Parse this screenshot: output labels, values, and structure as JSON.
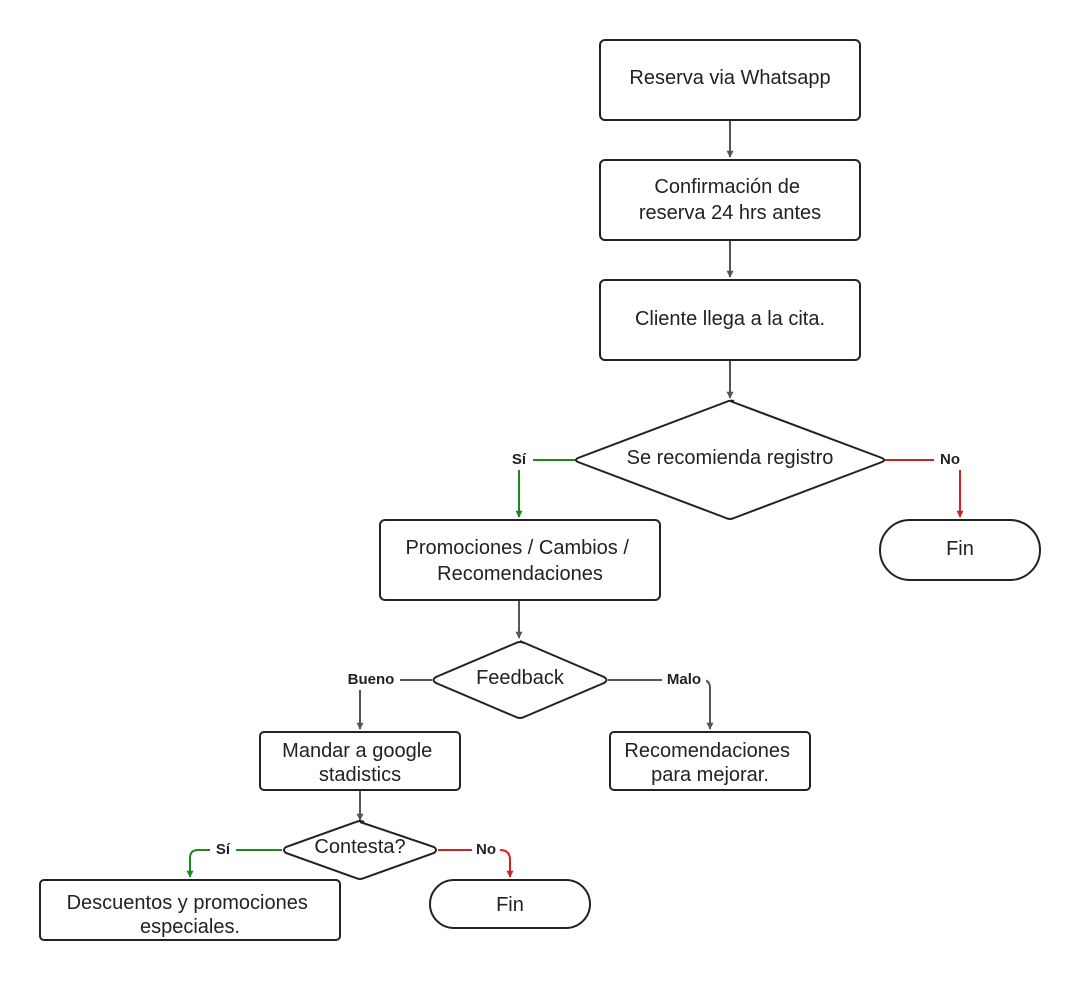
{
  "colors": {
    "stroke": "#222222",
    "connector": "#555555",
    "yes": "#1a8a1a",
    "no": "#d42020"
  },
  "nodes": {
    "reserva": "Reserva via Whatsapp",
    "confirmacion": [
      "Confirmación de",
      "reserva 24 hrs antes"
    ],
    "cliente": "Cliente llega a la cita.",
    "recomienda": "Se recomienda registro",
    "fin_1": "Fin",
    "promociones": [
      "Promociones / Cambios /",
      "Recomendaciones"
    ],
    "feedback": "Feedback",
    "mandar": [
      "Mandar a google",
      "stadistics"
    ],
    "mejorar": [
      "Recomendaciones",
      "para mejorar."
    ],
    "contesta": "Contesta?",
    "descuentos": [
      "Descuentos y promociones",
      "especiales."
    ],
    "fin_2": "Fin"
  },
  "edge_labels": {
    "recomienda_si": "Sí",
    "recomienda_no": "No",
    "feedback_bueno": "Bueno",
    "feedback_malo": "Malo",
    "contesta_si": "Sí",
    "contesta_no": "No"
  }
}
